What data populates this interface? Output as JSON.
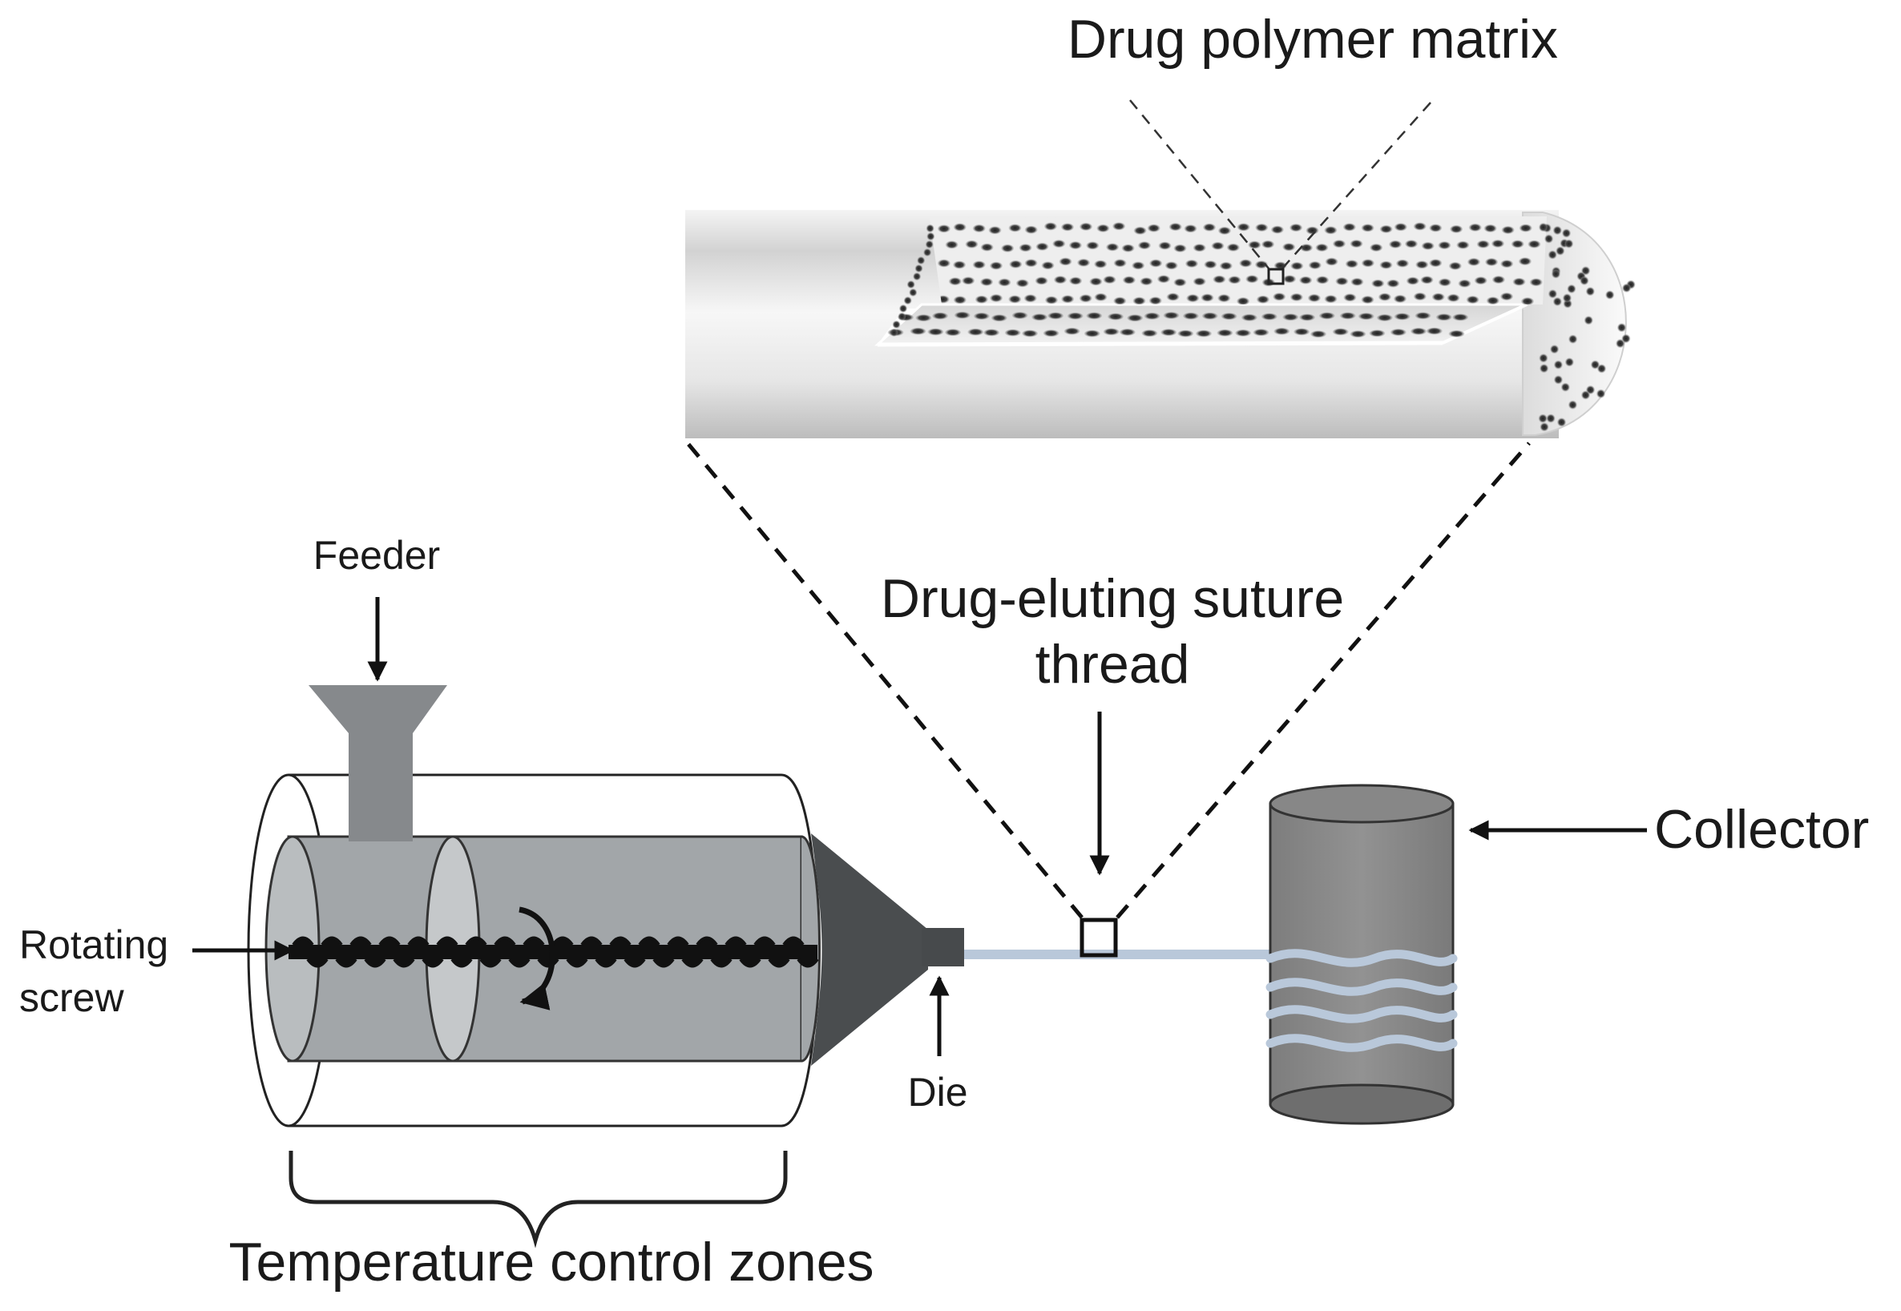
{
  "labels": {
    "matrix": "Drug polymer matrix",
    "suture_line1": "Drug-eluting suture",
    "suture_line2": "thread",
    "collector": "Collector",
    "feeder": "Feeder",
    "screw_line1": "Rotating",
    "screw_line2": "screw",
    "die": "Die",
    "zones": "Temperature control zones"
  },
  "colors": {
    "barrel_fill": "#a3a8ab",
    "barrel_dark": "#8d9295",
    "hopper": "#868a8d",
    "nozzle": "#4b4e50",
    "screw": "#111111",
    "thread": "#b9c8da",
    "collector": "#8a8a8a",
    "dot": "#2f2f2f"
  },
  "icons": [
    "feeder-arrow-icon",
    "rotation-arrow-icon",
    "screw-arrow-icon",
    "die-arrow-icon",
    "suture-arrow-icon",
    "collector-arrow-icon"
  ]
}
